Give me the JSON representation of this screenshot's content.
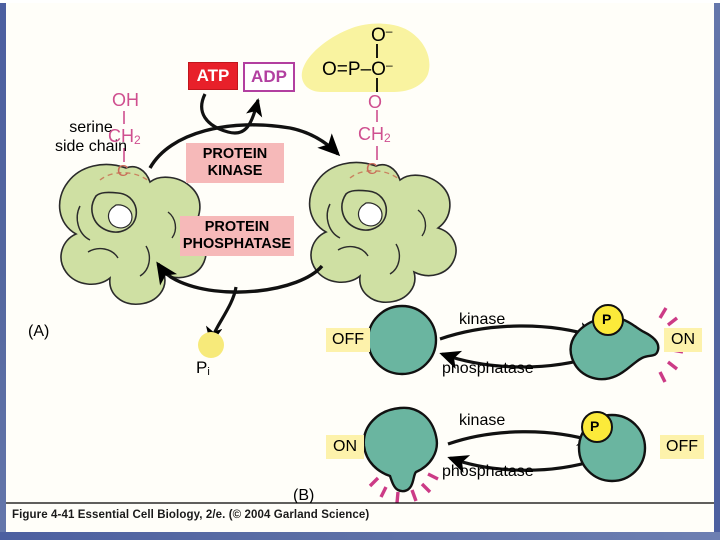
{
  "figure": {
    "caption": "Figure 4-41  Essential Cell Biology, 2/e. (© 2004 Garland Science)",
    "panel_a_label": "(A)",
    "panel_b_label": "(B)"
  },
  "colors": {
    "frame_blue": "#4c5fa0",
    "protein_green": "#cfe0a3",
    "teal": "#6ab5a0",
    "phosphate_yellow": "#f9f3a0",
    "pi_yellow": "#f7ea7a",
    "enzyme_box_pink": "#f6b9b9",
    "atp_red": "#e8202a",
    "adp_purple": "#b23fa0",
    "chem_pink": "#cf4f8f",
    "rays_magenta": "#cc3b86",
    "state_label_yellow": "#fdf2ab"
  },
  "panel_a": {
    "serine_label": "serine\nside chain",
    "serine_line1": "serine",
    "serine_line2": "side chain",
    "left_protein": {
      "oh": "OH",
      "ch2": "CH",
      "ch2_sub": "2",
      "c": "C"
    },
    "right_protein": {
      "o": "O",
      "ch2": "CH",
      "ch2_sub": "2",
      "c": "C"
    },
    "phosphate": {
      "top_o": "O",
      "top_charge": "–",
      "left_o": "O",
      "double_bond": "=",
      "p": "P",
      "dash": "–",
      "right_o": "O",
      "right_charge": "–"
    },
    "atp_label": "ATP",
    "adp_label": "ADP",
    "kinase_line1": "PROTEIN",
    "kinase_line2": "KINASE",
    "phosphatase_line1": "PROTEIN",
    "phosphatase_line2": "PHOSPHATASE",
    "pi_label": "P",
    "pi_sub": "i"
  },
  "panel_b": {
    "rows": [
      {
        "left_state": "OFF",
        "right_state": "ON",
        "forward_enzyme": "kinase",
        "reverse_enzyme": "phosphatase",
        "phosphate_marker": "P",
        "active_side": "right"
      },
      {
        "left_state": "ON",
        "right_state": "OFF",
        "forward_enzyme": "kinase",
        "reverse_enzyme": "phosphatase",
        "phosphate_marker": "P",
        "active_side": "left"
      }
    ]
  }
}
